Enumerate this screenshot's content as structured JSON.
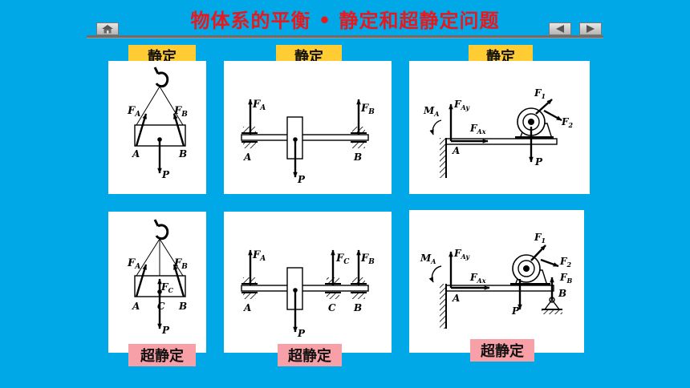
{
  "header": {
    "title": "物体系的平衡 • 静定和超静定问题"
  },
  "labels": {
    "static": "静定",
    "hyperstatic": "超静定"
  },
  "diagram_text": {
    "FA": "F",
    "FB": "F",
    "FC": "F",
    "F1": "F",
    "F2": "F",
    "FAx": "F",
    "FAy": "F",
    "sub_A": "A",
    "sub_B": "B",
    "sub_C": "C",
    "sub_1": "1",
    "sub_2": "2",
    "sub_Ax": "Ax",
    "sub_Ay": "Ay",
    "M": "M",
    "P": "P",
    "A": "A",
    "B": "B",
    "C": "C"
  }
}
